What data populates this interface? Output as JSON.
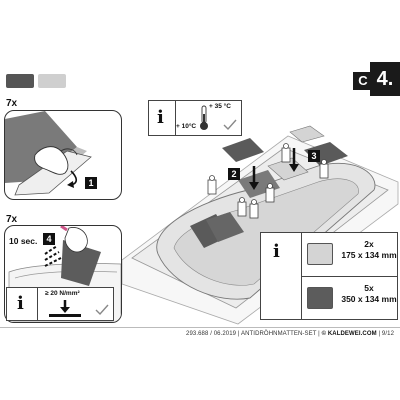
{
  "header": {
    "step_letter": "C",
    "step_number": "4."
  },
  "swatches": {
    "dark_color": "#555555",
    "light_color": "#cfcfcf"
  },
  "panel_top": {
    "count": "7x",
    "step_marker": "1"
  },
  "panel_bottom": {
    "count": "7x",
    "time_label": "10 sec.",
    "step_marker": "4"
  },
  "info_icon": "i",
  "temperature_info": {
    "max": "+ 35 °C",
    "min": "+ 10°C"
  },
  "pressure_info": {
    "value": "≥ 20 N/mm²"
  },
  "main_illustration": {
    "marker_2": "2",
    "marker_3": "3"
  },
  "mat_info": {
    "rows": [
      {
        "qty": "2x",
        "size": "175 x 134 mm",
        "color": "#d4d4d4"
      },
      {
        "qty": "5x",
        "size": "350 x 134 mm",
        "color": "#5c5c5c"
      }
    ]
  },
  "footer": {
    "doc_number": "293.688",
    "date": "06.2019",
    "title": "ANTIDRÖHNMATTEN-SET",
    "copyright": "© KALDEWEI.COM",
    "page": "9/12"
  }
}
